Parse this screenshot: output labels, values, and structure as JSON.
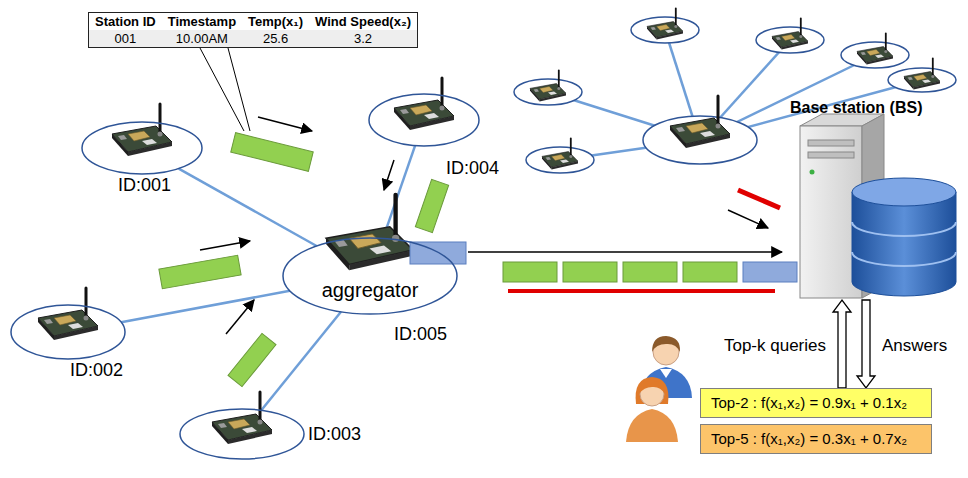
{
  "diagram": {
    "nodes": [
      {
        "text": [
          "ID:001"
        ]
      },
      {
        "text": [
          "ID:002"
        ]
      },
      {
        "text": [
          "ID:003"
        ]
      },
      {
        "text": [
          "ID:004"
        ]
      },
      {
        "text": [
          "aggregator",
          "ID:005"
        ]
      },
      {
        "text": [
          "Base station (BS)"
        ]
      },
      {
        "text": [
          "Top-2 : f(x₁,x₂) = 0.9x₁ + 0.1x₂"
        ]
      },
      {
        "text": [
          "Top-5 : f(x₁,x₂) = 0.3x₁ + 0.7x₂"
        ]
      }
    ],
    "edges": [
      {
        "from": 0,
        "to": 4,
        "arrow": "none"
      },
      {
        "from": 1,
        "to": 4,
        "arrow": "none"
      },
      {
        "from": 2,
        "to": 4,
        "arrow": "none"
      },
      {
        "from": 3,
        "to": 4,
        "arrow": "none"
      },
      {
        "from": 4,
        "to": 5,
        "arrow": "to"
      },
      {
        "from": 6,
        "to": 5,
        "arrow": "to",
        "label": "Top-k queries"
      },
      {
        "from": 5,
        "to": 6,
        "arrow": "to",
        "label": "Answers"
      }
    ],
    "labels": [
      "Station ID",
      "Timestamp",
      "Temp(x₁)",
      "Wind Speed(x₂)",
      "001",
      "10.00AM",
      "25.6",
      "3.2"
    ]
  }
}
